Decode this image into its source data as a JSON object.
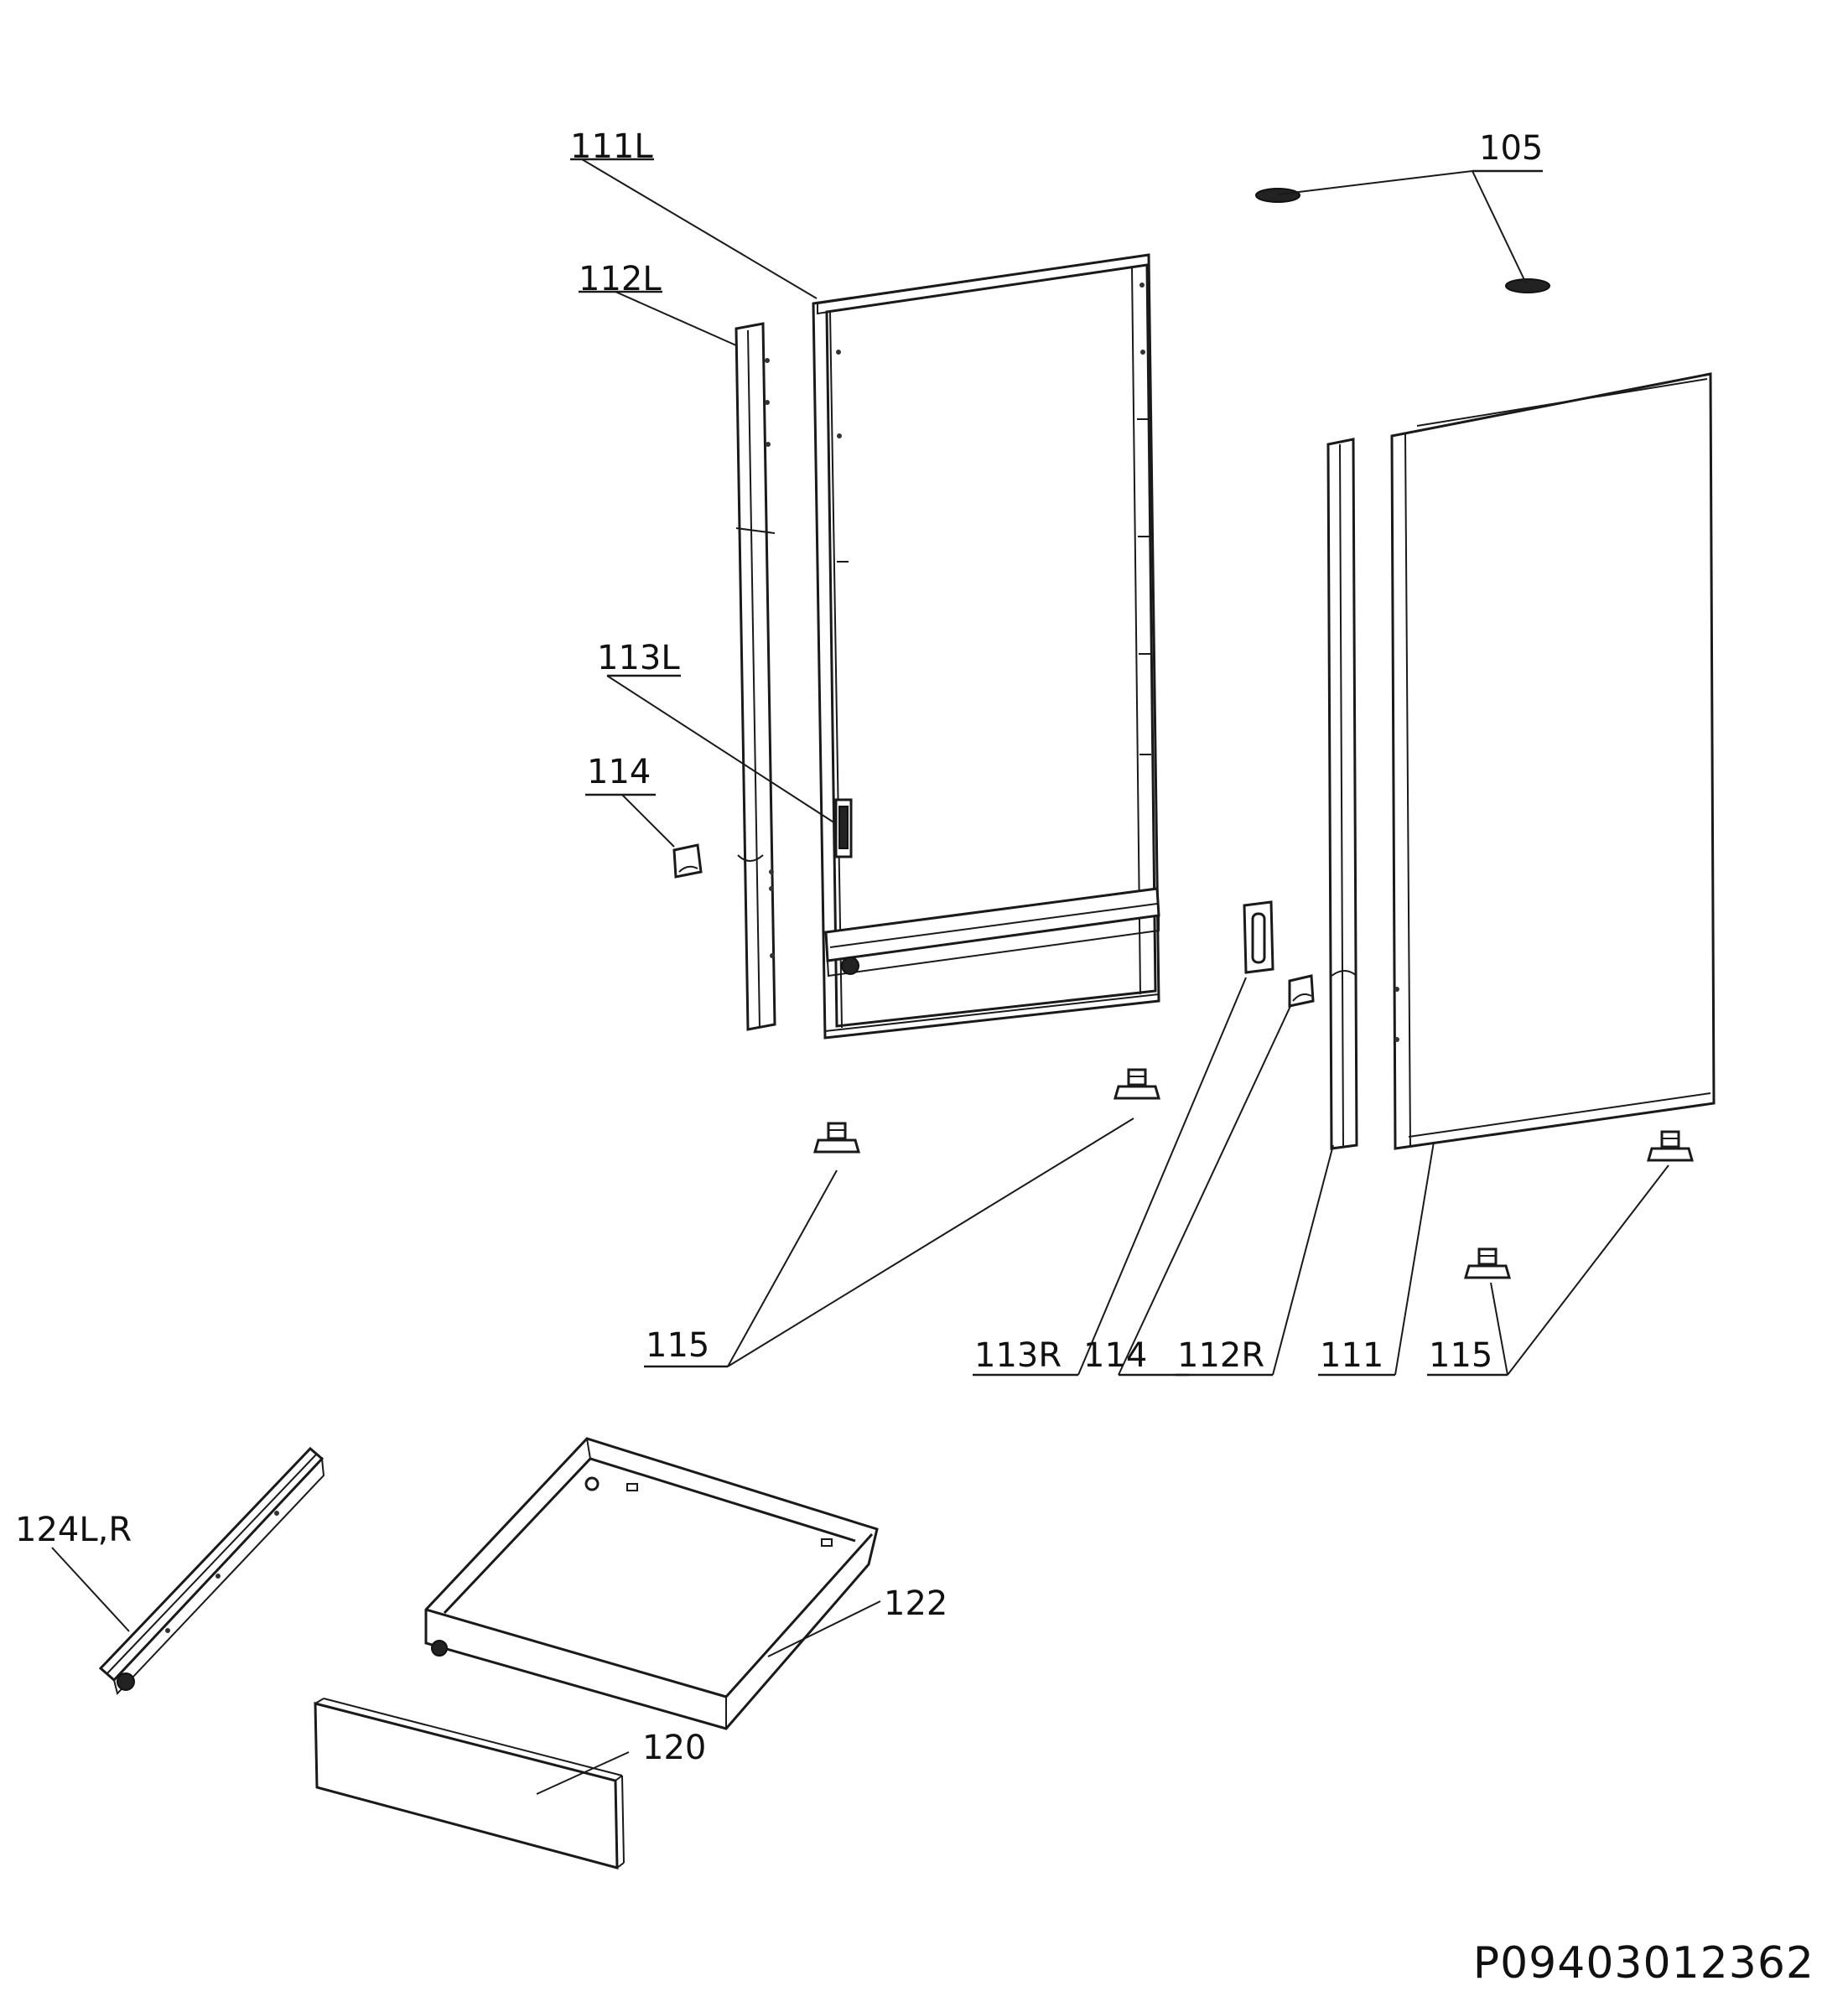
{
  "labels": {
    "l105": "105",
    "l111L": "111L",
    "l112L": "112L",
    "l113L": "113L",
    "l114_left": "114",
    "l115_left": "115",
    "l113R": "113R",
    "l114_right": "114",
    "l112R": "112R",
    "l111": "111",
    "l115_right": "115",
    "l124": "124L,R",
    "l122": "122",
    "l120": "120"
  },
  "drawing_code": "P09403012362"
}
